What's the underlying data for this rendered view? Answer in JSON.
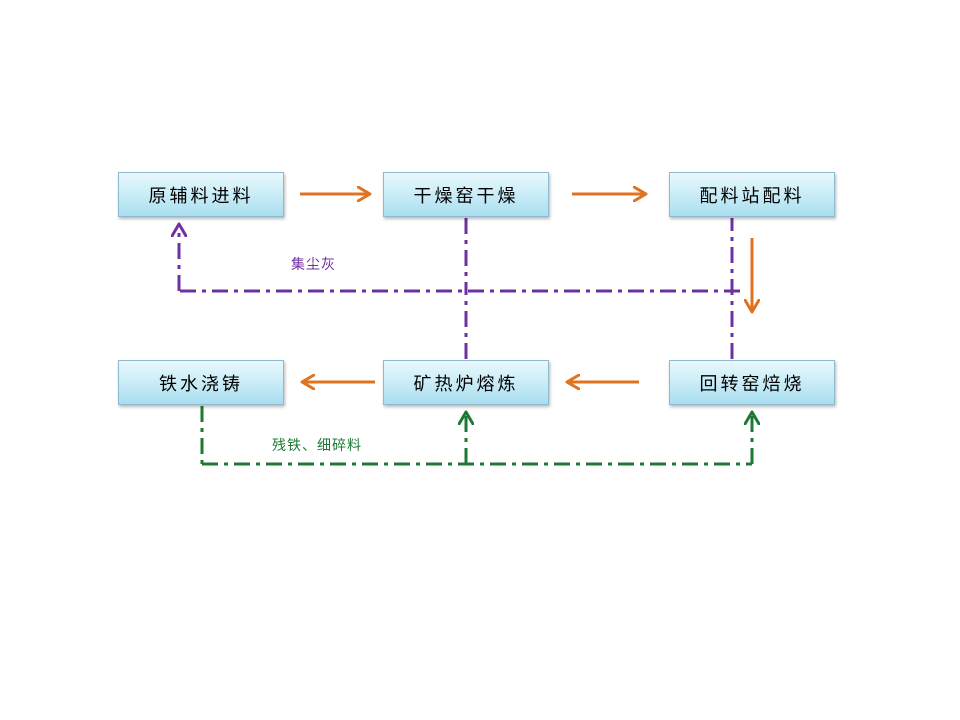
{
  "nodes": {
    "raw_feed": "原辅料进料",
    "kiln_dry": "干燥窑干燥",
    "batching": "配料站配料",
    "iron_casting": "铁水浇铸",
    "smelting": "矿热炉熔炼",
    "rotary_roast": "回转窑焙烧"
  },
  "labels": {
    "dust": "集尘灰",
    "scrap": "残铁、细碎料"
  },
  "colors": {
    "process_arrow": "#e0731f",
    "dust_loop": "#7030a0",
    "scrap_loop": "#1c7a34"
  }
}
